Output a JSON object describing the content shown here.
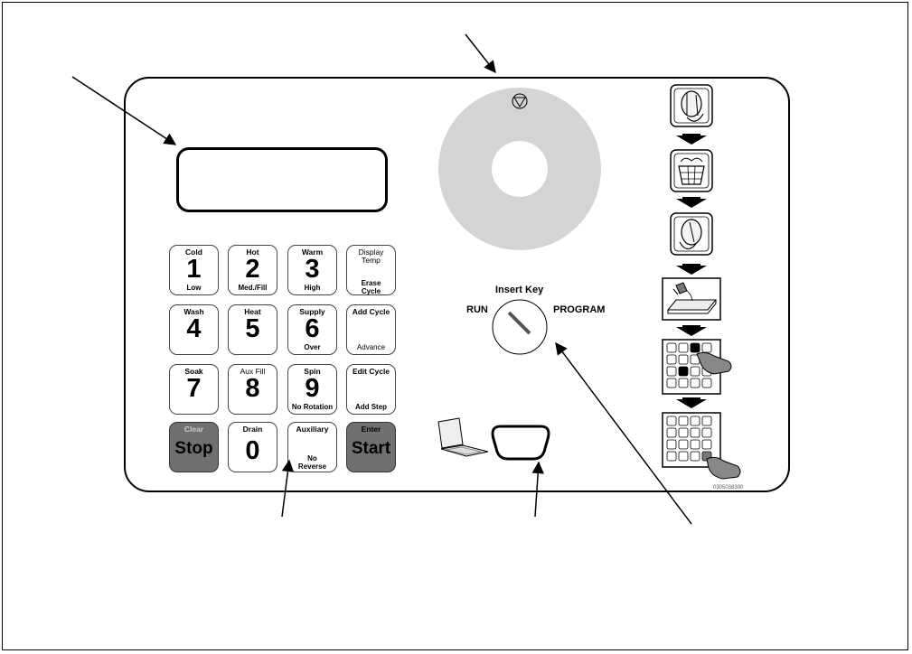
{
  "keypad": [
    {
      "id": "key-1",
      "top": "Cold",
      "num": "1",
      "bottom": "Low"
    },
    {
      "id": "key-2",
      "top": "Hot",
      "num": "2",
      "bottom": "Med./Fill"
    },
    {
      "id": "key-3",
      "top": "Warm",
      "num": "3",
      "bottom": "High"
    },
    {
      "id": "key-display-temp",
      "top": "Display Temp",
      "bottom": "Erase Cycle"
    },
    {
      "id": "key-4",
      "top": "Wash",
      "num": "4",
      "bottom": ""
    },
    {
      "id": "key-5",
      "top": "Heat",
      "num": "5",
      "bottom": ""
    },
    {
      "id": "key-6",
      "top": "Supply",
      "num": "6",
      "bottom": "Over"
    },
    {
      "id": "key-add-cycle",
      "top": "Add Cycle",
      "bottom": "Advance"
    },
    {
      "id": "key-7",
      "top": "Soak",
      "num": "7",
      "bottom": ""
    },
    {
      "id": "key-8",
      "top": "Aux Fill",
      "num": "8",
      "bottom": ""
    },
    {
      "id": "key-9",
      "top": "Spin",
      "num": "9",
      "bottom": "No Rotation"
    },
    {
      "id": "key-edit-cycle",
      "top": "Edit Cycle",
      "bottom": "Add Step"
    },
    {
      "id": "key-stop",
      "top": "Clear",
      "label": "Stop"
    },
    {
      "id": "key-0",
      "top": "Drain",
      "num": "0"
    },
    {
      "id": "key-auxiliary",
      "top": "Auxiliary",
      "bottom1": "No",
      "bottom2": "Reverse"
    },
    {
      "id": "key-start",
      "top": "Enter",
      "label": "Start"
    }
  ],
  "key_switch": {
    "title": "Insert Key",
    "left": "RUN",
    "right": "PROGRAM"
  },
  "part_number": "0305038300",
  "colors": {
    "dial_ring": "#d4d4d4",
    "dark_key": "#707070",
    "outline": "#000000"
  },
  "icons": [
    "triangle-in-circle-icon",
    "drum-rotate-icon",
    "basket-icon",
    "drum-reverse-icon",
    "hand-pour-icon",
    "grid-press-icon",
    "grid-press-bottom-icon",
    "laptop-icon"
  ]
}
